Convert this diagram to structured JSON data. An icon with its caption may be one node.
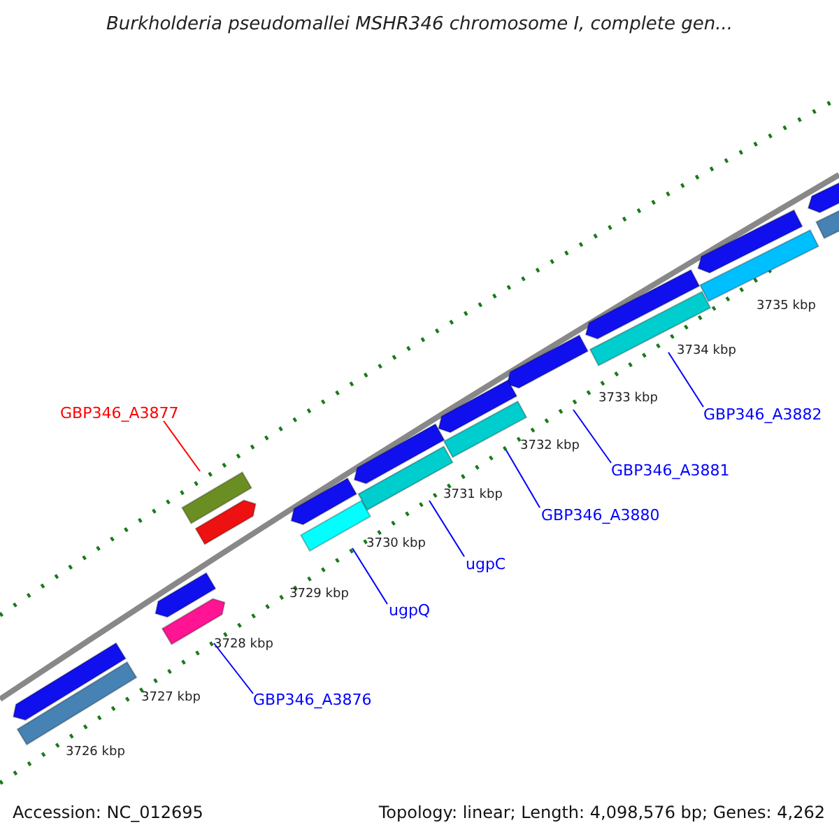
{
  "diagram": {
    "title": "Burkholderia pseudomallei MSHR346 chromosome I, complete gen...",
    "nodes": [
      {
        "text": [
          "GBP346_A3877"
        ]
      },
      {
        "text": [],
        "shape": "bar"
      },
      {
        "text": [
          "ugpQ"
        ]
      },
      {
        "text": [],
        "shape": "bar"
      },
      {
        "text": [
          "ugpC"
        ]
      },
      {
        "text": [],
        "shape": "bar"
      },
      {
        "text": [
          "GBP346_A3880"
        ]
      },
      {
        "text": [],
        "shape": "bar"
      },
      {
        "text": [
          "GBP346_A3881"
        ]
      },
      {
        "text": [],
        "shape": "bar"
      },
      {
        "text": [
          "GBP346_A3882"
        ]
      },
      {
        "text": [],
        "shape": "bar"
      },
      {
        "text": [
          "GBP346_A3876"
        ]
      },
      {
        "text": [],
        "shape": "bar"
      },
      {
        "text": [],
        "shape": "bar"
      },
      {
        "text": [],
        "shape": "bar"
      },
      {
        "text": [],
        "shape": "bar"
      },
      {
        "text": [],
        "shape": "bar"
      },
      {
        "text": [],
        "shape": "bar"
      },
      {
        "text": [],
        "shape": "bar"
      },
      {
        "text": [],
        "shape": "bar"
      },
      {
        "text": [],
        "shape": "bar"
      },
      {
        "text": [],
        "shape": "bar"
      },
      {
        "text": [],
        "shape": "bar"
      },
      {
        "text": [],
        "shape": "bar"
      },
      {
        "text": [],
        "shape": "bar"
      }
    ],
    "edges": [
      {
        "from": 0,
        "to": 1,
        "arrow": "none",
        "color": "#ff0000"
      },
      {
        "from": 2,
        "to": 3,
        "arrow": "none"
      },
      {
        "from": 4,
        "to": 5,
        "arrow": "none"
      },
      {
        "from": 6,
        "to": 7,
        "arrow": "none"
      },
      {
        "from": 8,
        "to": 9,
        "arrow": "none"
      },
      {
        "from": 10,
        "to": 11,
        "arrow": "none"
      },
      {
        "from": 12,
        "to": 13,
        "arrow": "none"
      }
    ],
    "labels": [
      "3726 kbp",
      "3727 kbp",
      "3728 kbp",
      "3729 kbp",
      "3730 kbp",
      "3731 kbp",
      "3732 kbp",
      "3733 kbp",
      "3734 kbp",
      "3735 kbp",
      "Accession: NC_012695",
      "Topology: linear; Length: 4,098,576 bp; Genes: 4,262"
    ]
  }
}
